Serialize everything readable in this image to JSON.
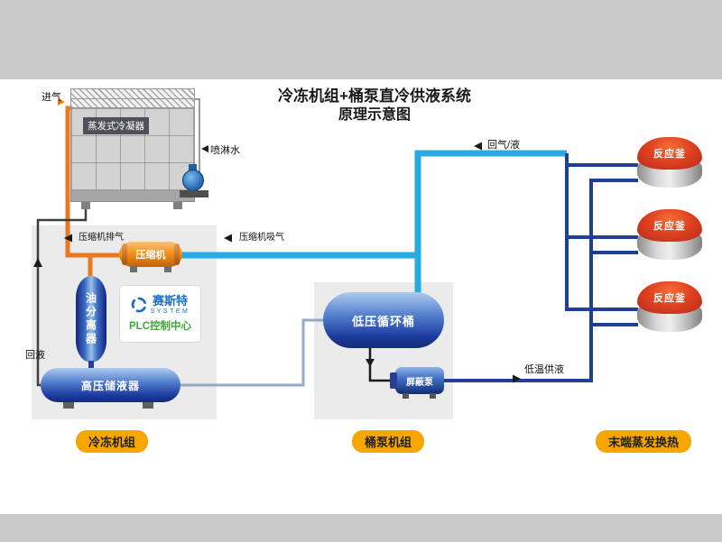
{
  "title": {
    "line1": "冷冻机组+桶泵直冷供液系统",
    "line2": "原理示意图"
  },
  "condenser": {
    "label": "蒸发式冷凝器",
    "air_inlet_label": "进气",
    "spray_water_label": "喷淋水"
  },
  "refrigeration_unit": {
    "badge": "冷冻机组",
    "compressor_label": "压缩机",
    "discharge_label": "压缩机排气",
    "suction_label": "压缩机吸气",
    "oil_separator_label": "油分离器",
    "receiver_label": "高压储液器",
    "return_liquid_label": "回液",
    "controller": {
      "brand": "赛斯特",
      "brand_sub": "SYSTEM",
      "label": "PLC控制中心"
    }
  },
  "pump_unit": {
    "badge": "桶泵机组",
    "barrel_label": "低压循环桶",
    "pump_label": "屏蔽泵"
  },
  "terminal_unit": {
    "badge": "末端蒸发换热",
    "return_line_label": "回气/液",
    "supply_line_label": "低温供液",
    "kettles": [
      {
        "label": "反应釜"
      },
      {
        "label": "反应釜"
      },
      {
        "label": "反应釜"
      }
    ]
  },
  "colors": {
    "hot_gas_pipe": "#E8791E",
    "suction_pipe": "#29ABE2",
    "liquid_pipe": "#1D3F94",
    "vessel_blue": "#2B4BA8",
    "kettle_dome": "#D03A20",
    "badge_bg": "#F7A600",
    "plc_green": "#3BA936",
    "brand_blue": "#1B6FC7"
  }
}
